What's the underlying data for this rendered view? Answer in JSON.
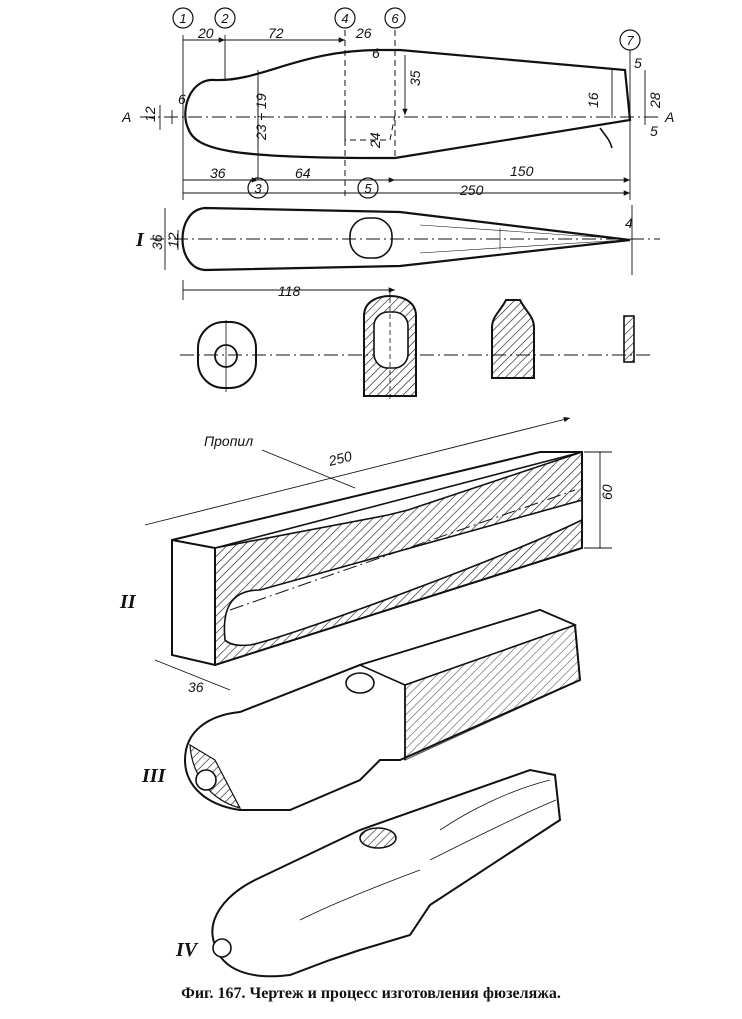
{
  "figure": {
    "caption": "Фиг. 167. Чертеж и процесс изготовления фюзеляжа.",
    "section_mark": "A",
    "roman_labels": [
      "I",
      "II",
      "III",
      "IV"
    ],
    "saw_cut_label": "Пропил",
    "station_numbers": [
      "1",
      "2",
      "3",
      "4",
      "5",
      "6",
      "7"
    ],
    "top_view_dimensions": [
      "20",
      "72",
      "26",
      "6",
      "35",
      "12",
      "6",
      "23 ÷ 19",
      "24",
      "16",
      "5",
      "28",
      "5",
      "36",
      "64",
      "150",
      "250"
    ],
    "plan_view_dimensions": [
      "36",
      "12",
      "118",
      "4"
    ],
    "block_dimensions": [
      "250",
      "60",
      "36"
    ]
  }
}
